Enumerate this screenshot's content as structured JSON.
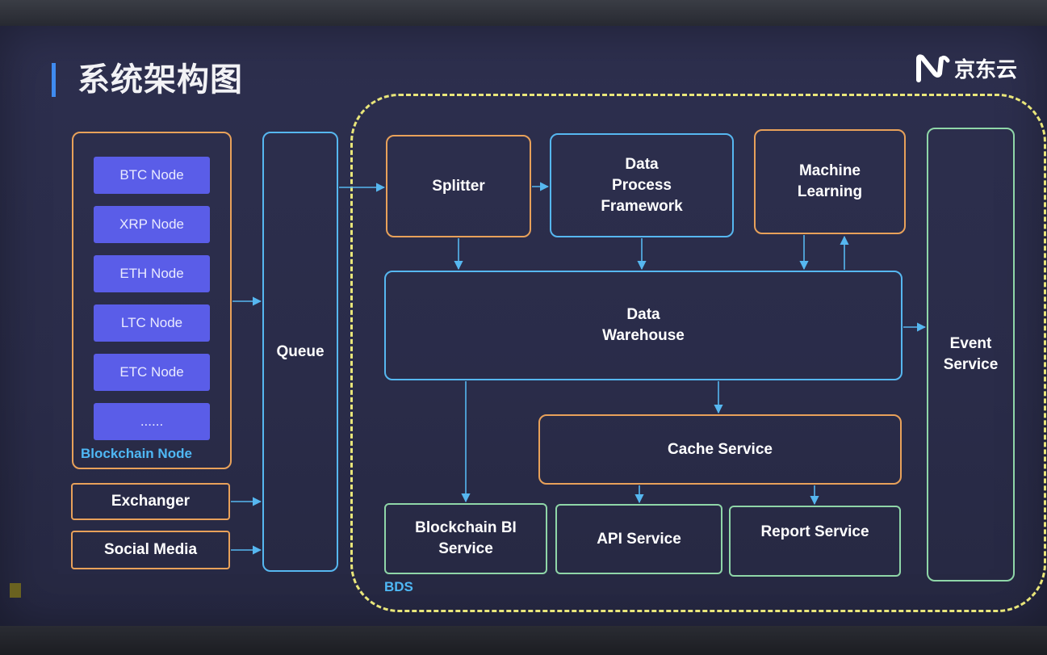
{
  "title": "系统架构图",
  "logo": {
    "text": "京东云",
    "icon": "jd-cloud-logo-icon"
  },
  "blockchain_node": {
    "label": "Blockchain Node",
    "nodes": [
      "BTC Node",
      "XRP Node",
      "ETH Node",
      "LTC Node",
      "ETC Node",
      "......"
    ]
  },
  "sources": {
    "exchanger": "Exchanger",
    "social_media": "Social Media"
  },
  "queue": "Queue",
  "bds": {
    "label": "BDS",
    "splitter": "Splitter",
    "data_process": {
      "line1": "Data",
      "line2": "Process",
      "line3": "Framework"
    },
    "machine_learning": {
      "line1": "Machine",
      "line2": "Learning"
    },
    "data_warehouse": {
      "line1": "Data",
      "line2": "Warehouse"
    },
    "cache_service": "Cache Service",
    "blockchain_bi": {
      "line1": "Blockchain BI",
      "line2": "Service"
    },
    "api_service": "API Service",
    "report_service": "Report Service"
  },
  "event_service": {
    "line1": "Event",
    "line2": "Service"
  },
  "colors": {
    "background": "#2b2d4a",
    "orange_border": "#e8a15a",
    "blue_border": "#56b7f0",
    "green_border": "#8fd6a8",
    "node_fill": "#5a5de8",
    "bds_dashed": "#e9e67a",
    "arrow": "#56b7f0",
    "label_blue": "#4fb8f5"
  }
}
